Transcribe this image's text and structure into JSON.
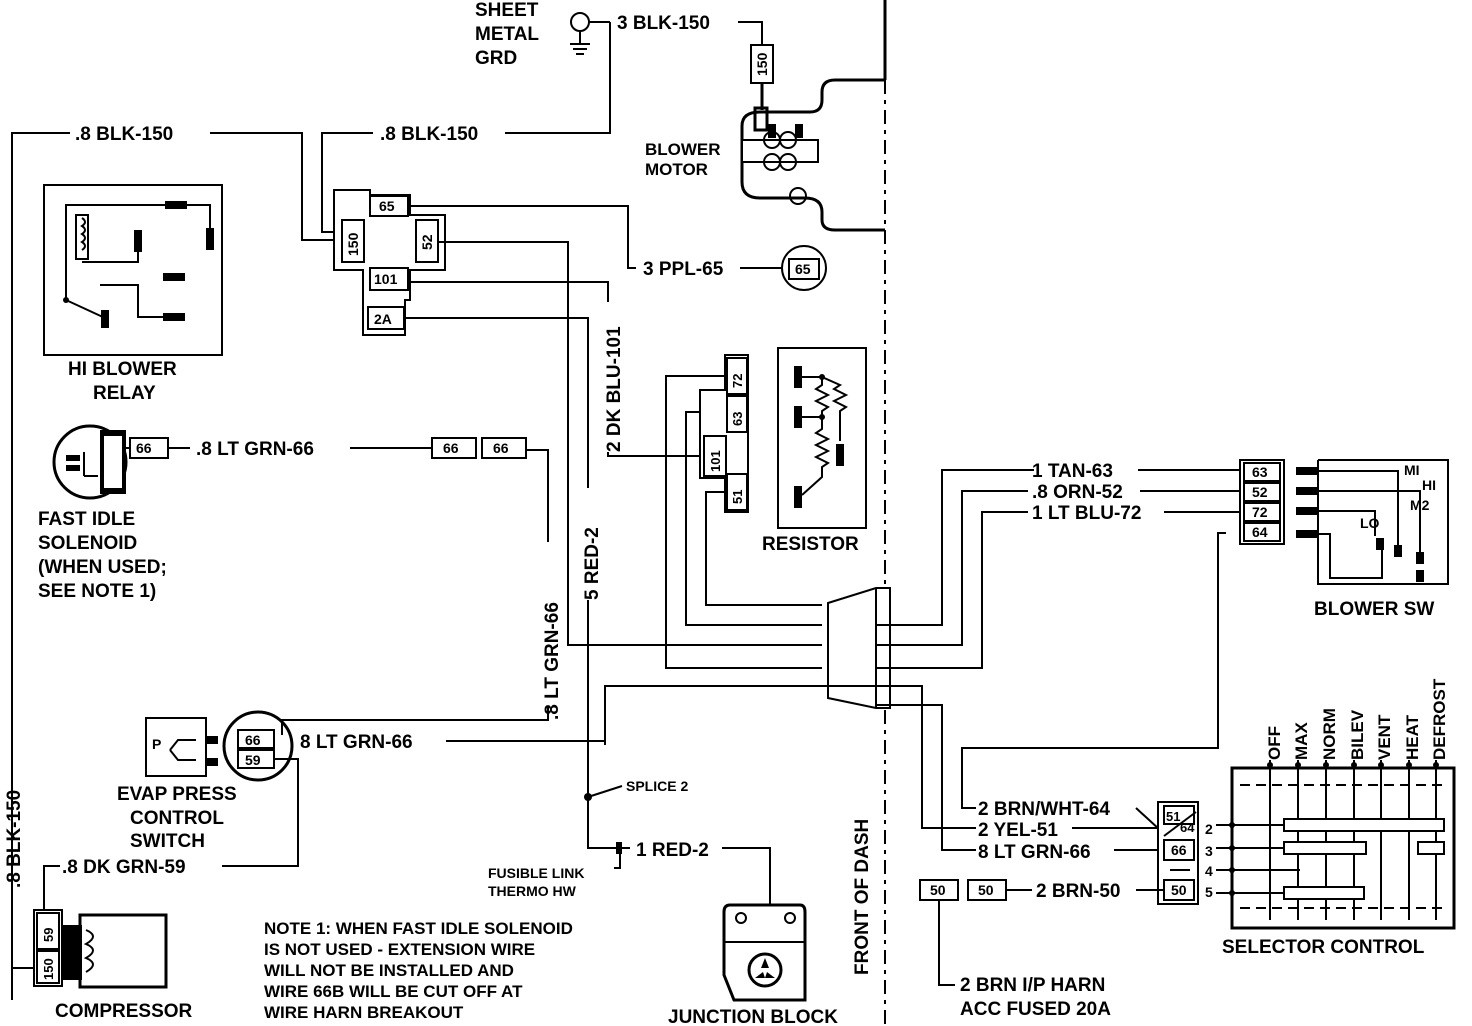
{
  "components": {
    "sheet_metal_grd": [
      "SHEET",
      "METAL",
      "GRD"
    ],
    "blower_motor": [
      "BLOWER",
      "MOTOR"
    ],
    "hi_blower_relay": [
      "HI BLOWER",
      "RELAY"
    ],
    "fast_idle_solenoid": [
      "FAST IDLE",
      "SOLENOID",
      "(WHEN USED;",
      "SEE NOTE 1)"
    ],
    "resistor": "RESISTOR",
    "blower_sw": "BLOWER SW",
    "evap_switch": [
      "EVAP PRESS",
      "CONTROL",
      "SWITCH"
    ],
    "compressor": "COMPRESSOR",
    "junction_block": "JUNCTION BLOCK",
    "selector_control": "SELECTOR CONTROL",
    "front_of_dash": "FRONT OF DASH",
    "splice": "SPLICE 2",
    "fusible_link": [
      "FUSIBLE LINK",
      "THERMO HW"
    ]
  },
  "wires": {
    "gnd": "3  BLK-150",
    "blk_left": ".8  BLK-150",
    "blk_mid": ".8  BLK-150",
    "ppl": "3 PPL-65",
    "ltgrn_top": ".8  LT  GRN-66",
    "dkblu": "2  DK  BLU-101",
    "red": "5  RED-2",
    "ltgrn_vert": ".8  LT  GRN-66",
    "ltgrn_evap": "8  LT  GRN-66",
    "blk_vert": ".8  BLK-150",
    "dkgrn": ".8  DK GRN-59",
    "red1": "1 RED-2",
    "tan": "1 TAN-63",
    "orn": ".8 ORN-52",
    "ltblu": "1 LT BLU-72",
    "brnwht": "2 BRN/WHT-64",
    "yel": "2 YEL-51",
    "ltgrn_sel": "8 LT GRN-66",
    "brn50": "2 BRN-50",
    "brn_ip": [
      "2 BRN I/P HARN",
      "ACC FUSED 20A"
    ]
  },
  "terminals": {
    "c150": "150",
    "r65": "65",
    "r150": "150",
    "r52": "52",
    "r101": "101",
    "r2a": "2A",
    "p65": "65",
    "f66": "66",
    "i66a": "66",
    "i66b": "66",
    "rc72": "72",
    "rc63": "63",
    "rc101": "101",
    "rc51": "51",
    "bs63": "63",
    "bs52": "52",
    "bs72": "72",
    "bs64": "64",
    "e66": "66",
    "e59": "59",
    "cm59": "59",
    "cm150": "150",
    "sc51": "51",
    "sc64": "64",
    "sc66": "66",
    "sc50": "50",
    "b50a": "50",
    "b50b": "50",
    "evap_p": "P"
  },
  "blower_sw_positions": [
    "MI",
    "HI",
    "M2",
    "LO"
  ],
  "selector_modes": [
    "OFF",
    "MAX",
    "NORM",
    "BILEV",
    "VENT",
    "HEAT",
    "DEFROST"
  ],
  "selector_pins": [
    "2",
    "3",
    "4",
    "5"
  ],
  "note": [
    "NOTE 1: WHEN FAST IDLE SOLENOID",
    "IS NOT USED - EXTENSION WIRE",
    "WILL NOT BE INSTALLED AND",
    "WIRE 66B WILL BE CUT OFF AT",
    "WIRE HARN BREAKOUT"
  ]
}
